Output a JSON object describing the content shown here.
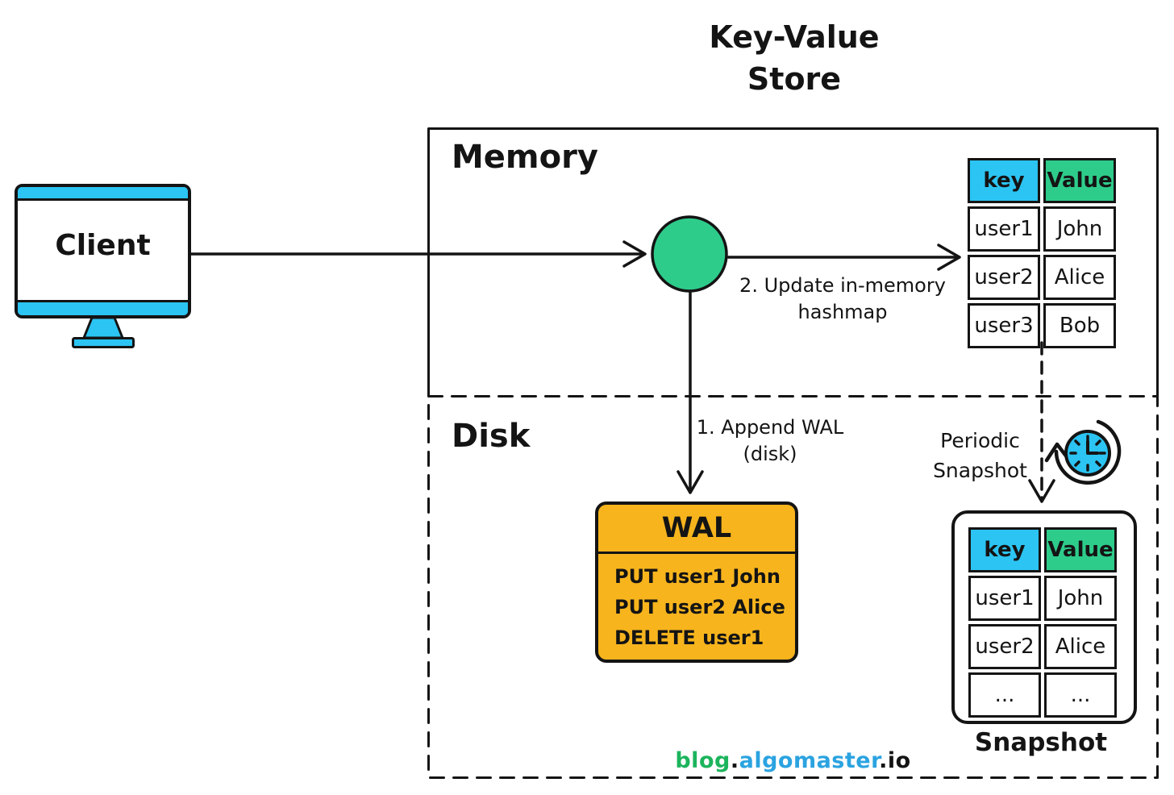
{
  "title": {
    "line1": "Key-Value",
    "line2": "Store"
  },
  "client": {
    "label": "Client"
  },
  "sections": {
    "memory": "Memory",
    "disk": "Disk"
  },
  "memory_table": {
    "headers": [
      "key",
      "Value"
    ],
    "rows": [
      [
        "user1",
        "John"
      ],
      [
        "user2",
        "Alice"
      ],
      [
        "user3",
        "Bob"
      ]
    ]
  },
  "wal": {
    "title": "WAL",
    "entries": [
      "PUT user1 John",
      "PUT user2 Alice",
      "DELETE user1"
    ]
  },
  "snapshot_table": {
    "label": "Snapshot",
    "headers": [
      "key",
      "Value"
    ],
    "rows": [
      [
        "user1",
        "John"
      ],
      [
        "user2",
        "Alice"
      ],
      [
        "...",
        "..."
      ]
    ]
  },
  "annotations": {
    "append_wal_line1": "1. Append WAL",
    "append_wal_line2": "(disk)",
    "update_hashmap_line1": "2. Update in-memory",
    "update_hashmap_line2": "hashmap",
    "periodic_line1": "Periodic",
    "periodic_line2": "Snapshot"
  },
  "footer": {
    "blog": "blog",
    "dot1": ".",
    "algomaster": "algomaster",
    "dot2": ".",
    "io": "io"
  },
  "colors": {
    "cyan": "#2bc4f3",
    "green": "#2ecc8b",
    "orange": "#f7b41d",
    "outline": "#141414",
    "footer_green": "#1cb45c",
    "footer_blue": "#2ba3e0"
  }
}
